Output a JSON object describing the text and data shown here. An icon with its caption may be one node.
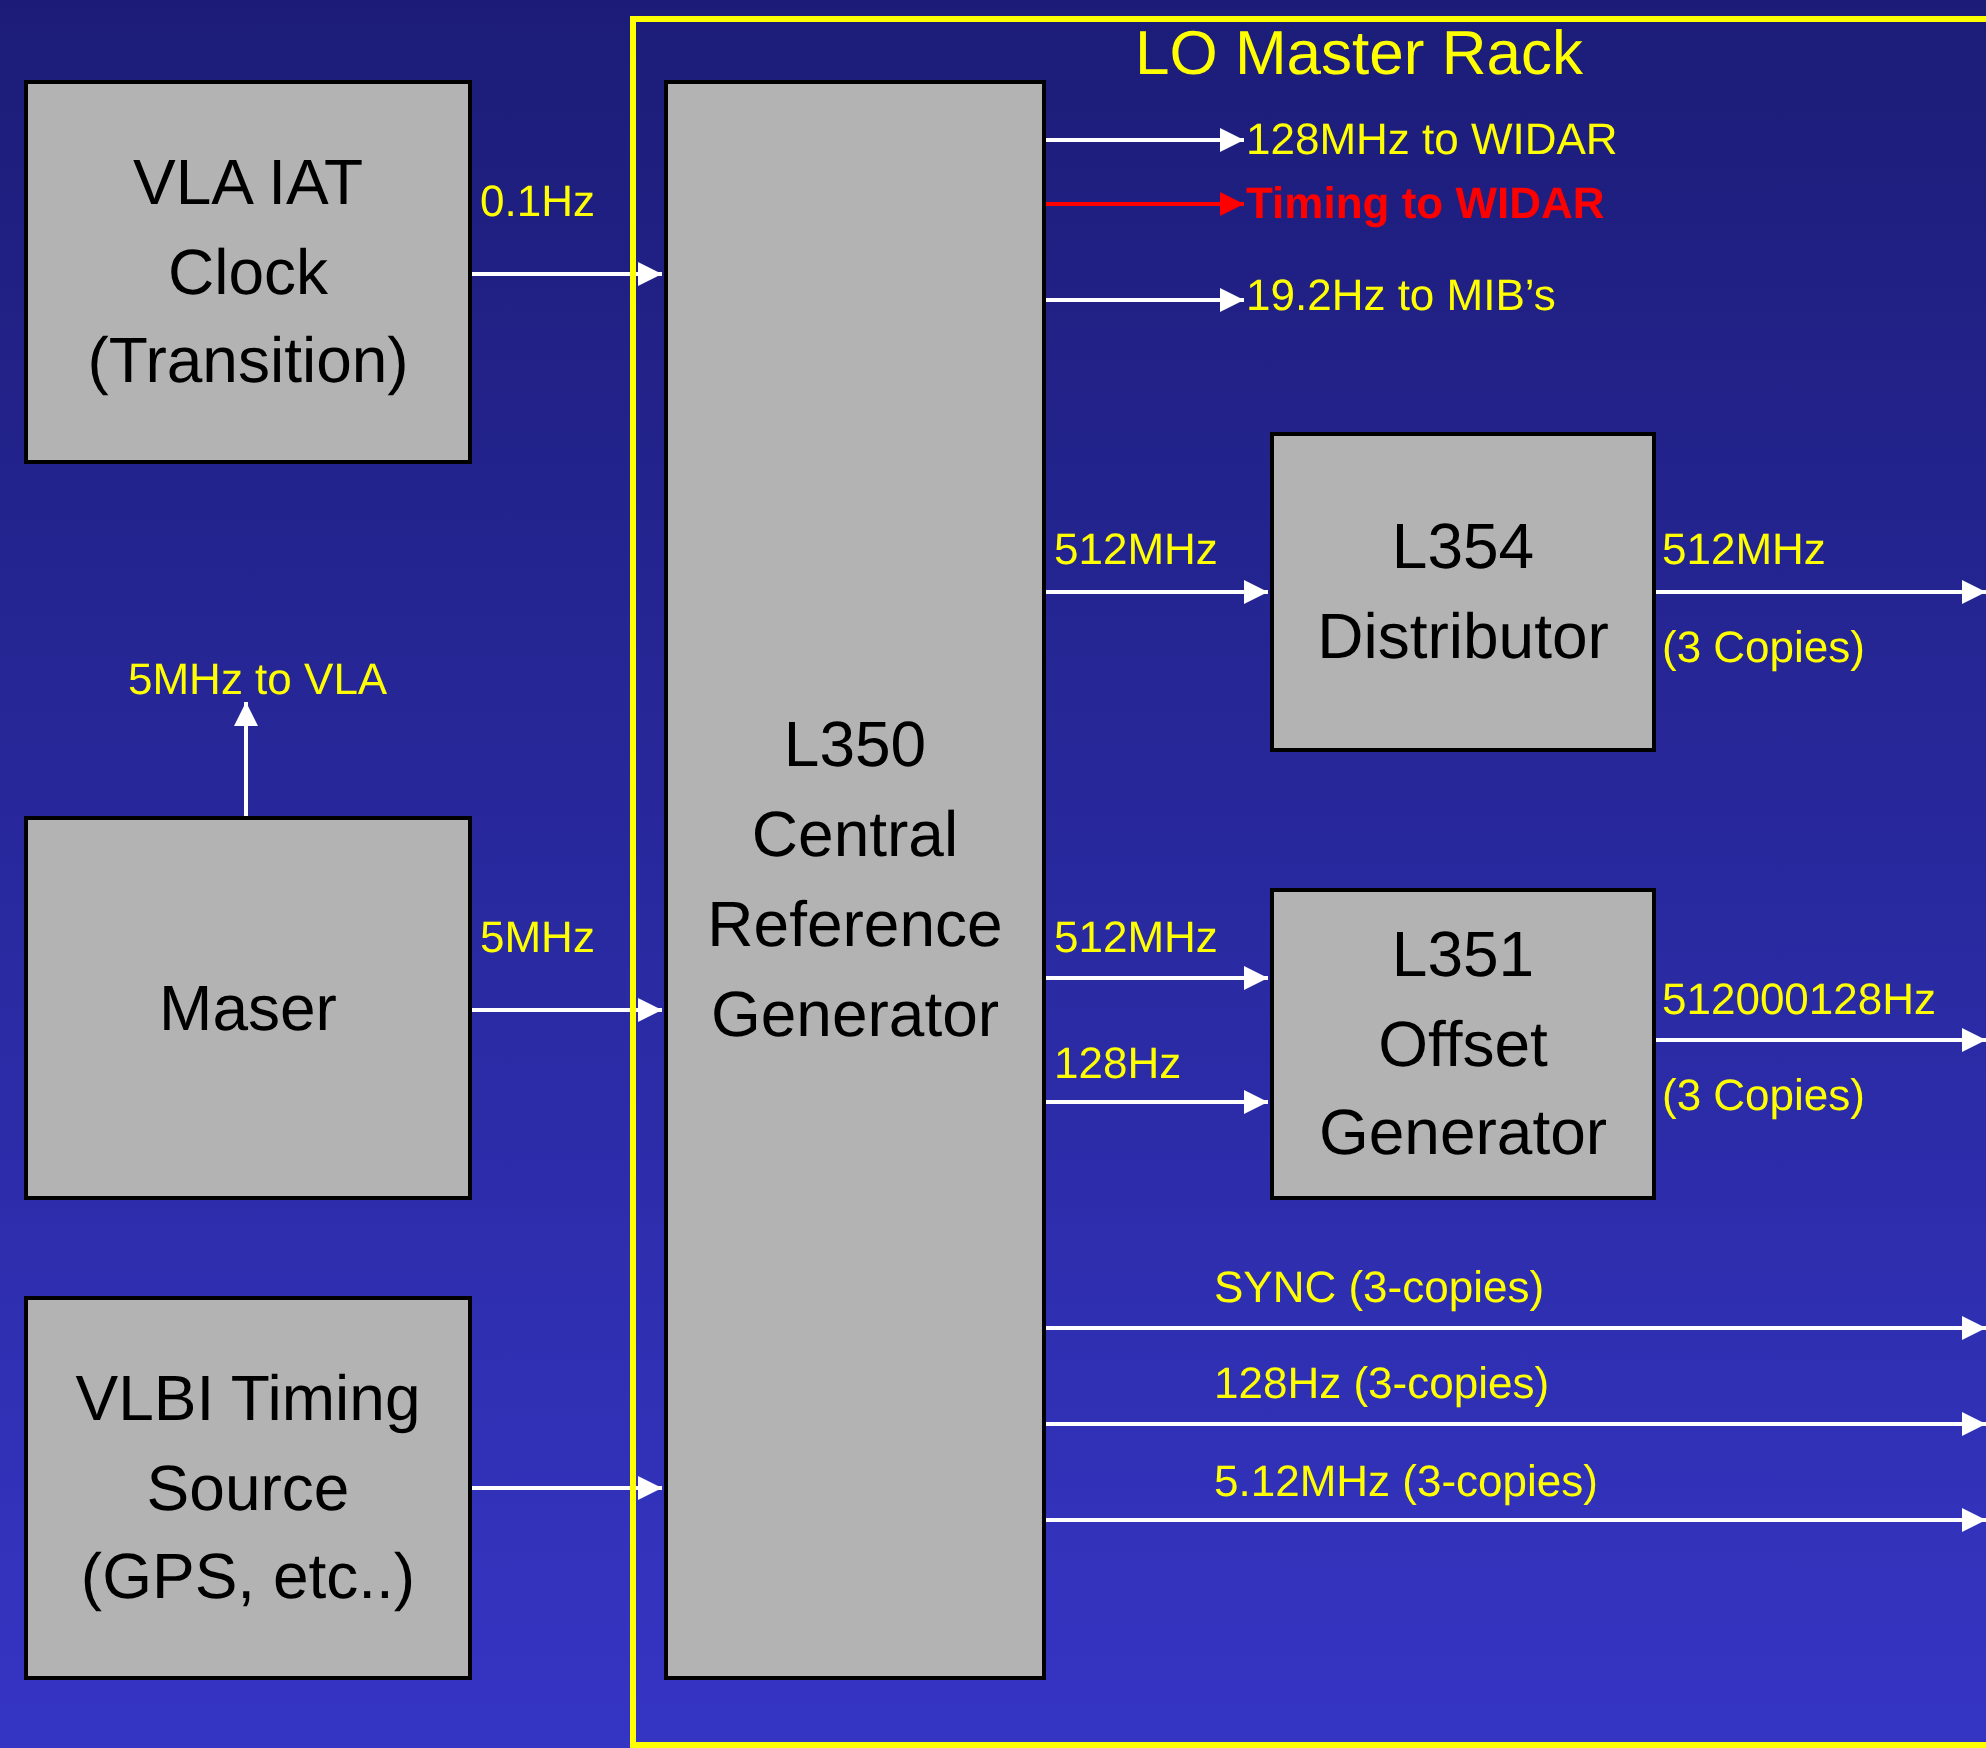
{
  "diagram": {
    "nodes": [
      {
        "text": [
          "VLA IAT Clock (Transition)"
        ]
      },
      {
        "text": [
          "Maser"
        ]
      },
      {
        "text": [
          "VLBI Timing Source (GPS, etc..)"
        ]
      },
      {
        "text": [
          "LO Master Rack"
        ]
      },
      {
        "text": [
          "L350 Central Reference Generator"
        ],
        "in": 3
      },
      {
        "text": [
          "L354 Distributor"
        ],
        "in": 3
      },
      {
        "text": [
          "L351 Offset Generator"
        ],
        "in": 3
      },
      {
        "text": [
          "128MHz to WIDAR"
        ],
        "in": 3
      },
      {
        "text": [
          "Timing to WIDAR"
        ],
        "in": 3
      },
      {
        "text": [
          "19.2Hz to MIB’s"
        ],
        "in": 3
      },
      {
        "text": [
          "5MHz to VLA"
        ]
      }
    ],
    "edges": [
      {
        "from": 0,
        "to": 4,
        "arrow": "to",
        "label": "0.1Hz"
      },
      {
        "from": 1,
        "to": 4,
        "arrow": "to",
        "label": "5MHz"
      },
      {
        "from": 2,
        "to": 4,
        "arrow": "to"
      },
      {
        "from": 1,
        "to": 10,
        "arrow": "to"
      },
      {
        "from": 4,
        "to": 7,
        "arrow": "to"
      },
      {
        "from": 4,
        "to": 8,
        "arrow": "to",
        "color": "#ff0000"
      },
      {
        "from": 4,
        "to": 9,
        "arrow": "to"
      },
      {
        "from": 4,
        "to": 5,
        "arrow": "to",
        "label": "512MHz"
      },
      {
        "from": 4,
        "to": 6,
        "arrow": "to",
        "label": "512MHz"
      },
      {
        "from": 4,
        "to": 6,
        "arrow": "to",
        "label": "128Hz"
      },
      {
        "from": 5,
        "to": null,
        "arrow": "to",
        "label": "512MHz"
      },
      {
        "from": 6,
        "to": null,
        "arrow": "to",
        "label": "512000128Hz"
      },
      {
        "from": 4,
        "to": null,
        "arrow": "to",
        "label": "SYNC (3-copies)"
      },
      {
        "from": 4,
        "to": null,
        "arrow": "to",
        "label": "128Hz (3-copies)"
      },
      {
        "from": 4,
        "to": null,
        "arrow": "to",
        "label": "5.12MHz (3-copies)"
      }
    ],
    "labels": [
      "(3 Copies)",
      "(3 Copies)"
    ]
  }
}
